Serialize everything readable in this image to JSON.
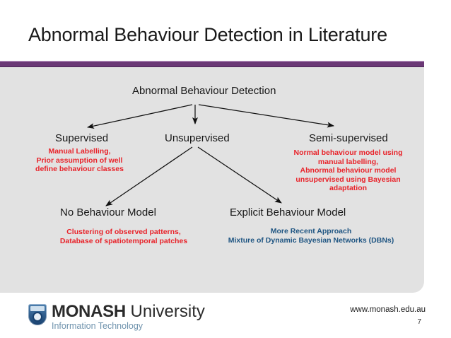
{
  "slide": {
    "title": "Abnormal Behaviour Detection in Literature",
    "accent_color": "#6b3876",
    "panel_color": "#e2e2e2"
  },
  "diagram": {
    "root": "Abnormal Behaviour Detection",
    "level2": {
      "supervised": "Supervised",
      "unsupervised": "Unsupervised",
      "semi_supervised": "Semi-supervised"
    },
    "level3": {
      "no_behaviour_model": "No Behaviour Model",
      "explicit_behaviour_model": "Explicit Behaviour Model"
    },
    "notes": {
      "supervised": "Manual Labelling,\nPrior assumption of well\ndefine behaviour classes",
      "semi_supervised": "Normal behaviour model using\nmanual labelling,\nAbnormal behaviour model\nunsupervised using Bayesian\nadaptation",
      "no_behaviour_model": "Clustering of observed patterns,\nDatabase of spatiotemporal patches",
      "explicit_behaviour_model": "More Recent Approach\nMixture of Dynamic Bayesian Networks (DBNs)",
      "red_color": "#e8232a",
      "blue_color": "#1f5582"
    }
  },
  "footer": {
    "logo_primary": "MONASH",
    "logo_secondary": "University",
    "logo_sub": "Information Technology",
    "url": "www.monash.edu.au",
    "page_number": "7"
  }
}
